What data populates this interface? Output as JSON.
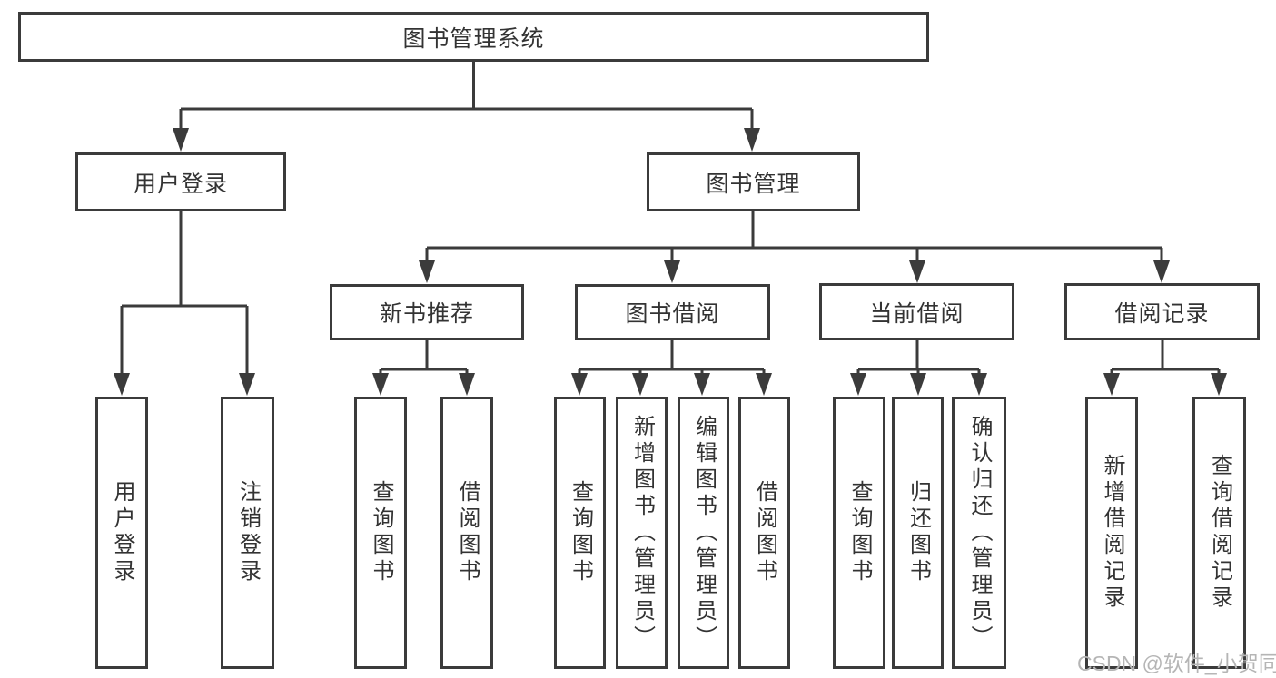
{
  "diagram": {
    "root": {
      "label": "图书管理系统"
    },
    "level2": [
      {
        "id": "user-login",
        "label": "用户登录"
      },
      {
        "id": "book-management",
        "label": "图书管理"
      }
    ],
    "level3": [
      {
        "id": "new-book-recommend",
        "label": "新书推荐",
        "parent": "图书管理"
      },
      {
        "id": "book-borrowing",
        "label": "图书借阅",
        "parent": "图书管理"
      },
      {
        "id": "current-borrowing",
        "label": "当前借阅",
        "parent": "图书管理"
      },
      {
        "id": "borrowing-records",
        "label": "借阅记录",
        "parent": "图书管理"
      }
    ],
    "leaves": [
      {
        "label": "用户登录",
        "parent": "用户登录"
      },
      {
        "label": "注销登录",
        "parent": "用户登录"
      },
      {
        "label": "查询图书",
        "parent": "新书推荐"
      },
      {
        "label": "借阅图书",
        "parent": "新书推荐"
      },
      {
        "label": "查询图书",
        "parent": "图书借阅"
      },
      {
        "label": "新增图书（管理员）",
        "parent": "图书借阅"
      },
      {
        "label": "编辑图书（管理员）",
        "parent": "图书借阅"
      },
      {
        "label": "借阅图书",
        "parent": "图书借阅"
      },
      {
        "label": "查询图书",
        "parent": "当前借阅"
      },
      {
        "label": "归还图书",
        "parent": "当前借阅"
      },
      {
        "label": "确认归还（管理员）",
        "parent": "当前借阅"
      },
      {
        "label": "新增借阅记录",
        "parent": "借阅记录"
      },
      {
        "label": "查询借阅记录",
        "parent": "借阅记录"
      }
    ],
    "watermark": "CSDN @软件_小贺同学",
    "colors": {
      "line": "#3b3b3b",
      "text": "#333333",
      "watermark": "#b5b5b5",
      "background": "#ffffff"
    }
  }
}
